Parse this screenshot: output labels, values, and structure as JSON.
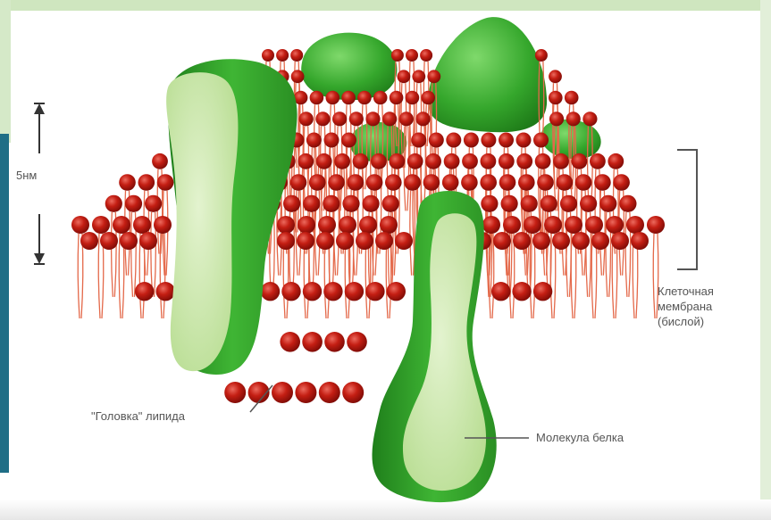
{
  "labels": {
    "scale": "5нм",
    "membrane_line1": "Клеточная",
    "membrane_line2": "мембрана",
    "membrane_line3": "(бислой)",
    "lipid_head": "\"Головка\" липида",
    "protein": "Молекула белка"
  },
  "colors": {
    "lipid_head": "#b5180f",
    "lipid_head_highlight": "#e2564a",
    "lipid_tail": "#e4694a",
    "protein_dark": "#2e9a25",
    "protein_mid": "#46b83c",
    "protein_light": "#c7e6a9",
    "background": "#ffffff"
  }
}
